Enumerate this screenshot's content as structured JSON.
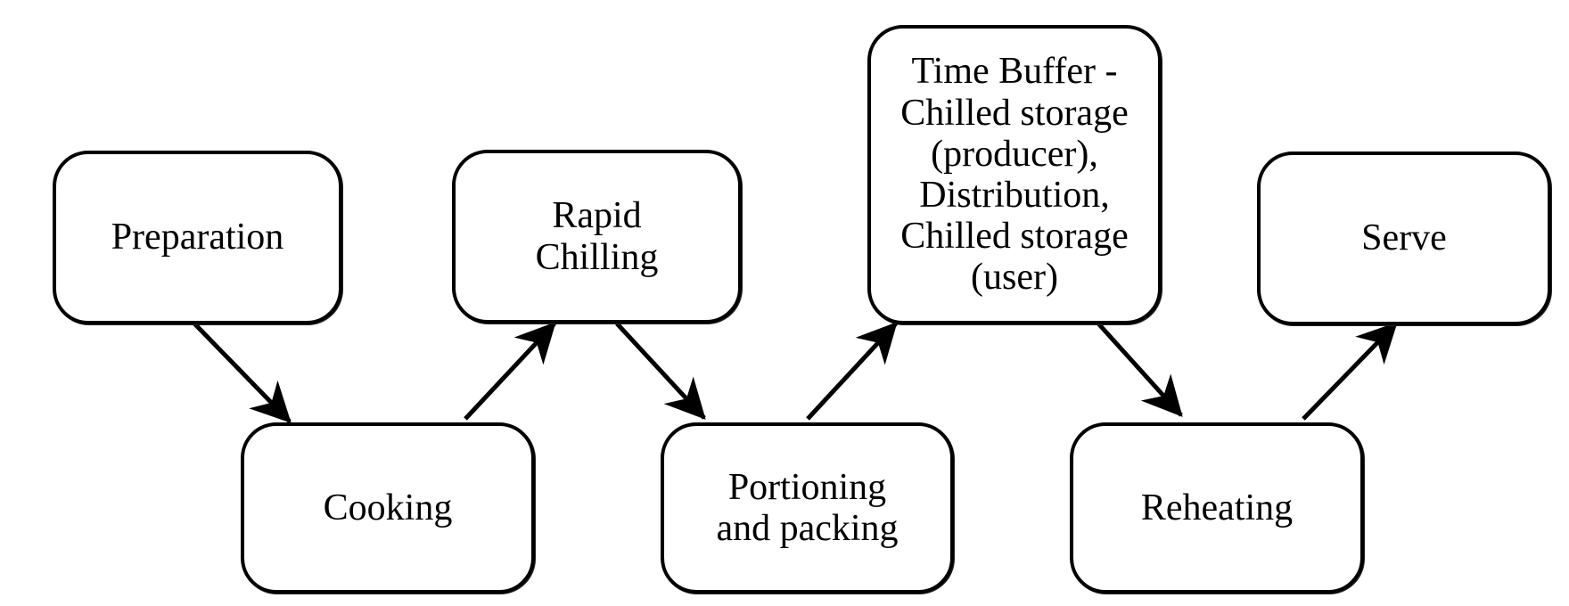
{
  "steps": {
    "preparation": "Preparation",
    "cooking": "Cooking",
    "rapid_chilling": "Rapid\nChilling",
    "portioning": "Portioning\nand packing",
    "time_buffer": "Time Buffer -\nChilled storage\n(producer),\nDistribution,\nChilled storage\n(user)",
    "reheating": "Reheating",
    "serve": "Serve"
  }
}
